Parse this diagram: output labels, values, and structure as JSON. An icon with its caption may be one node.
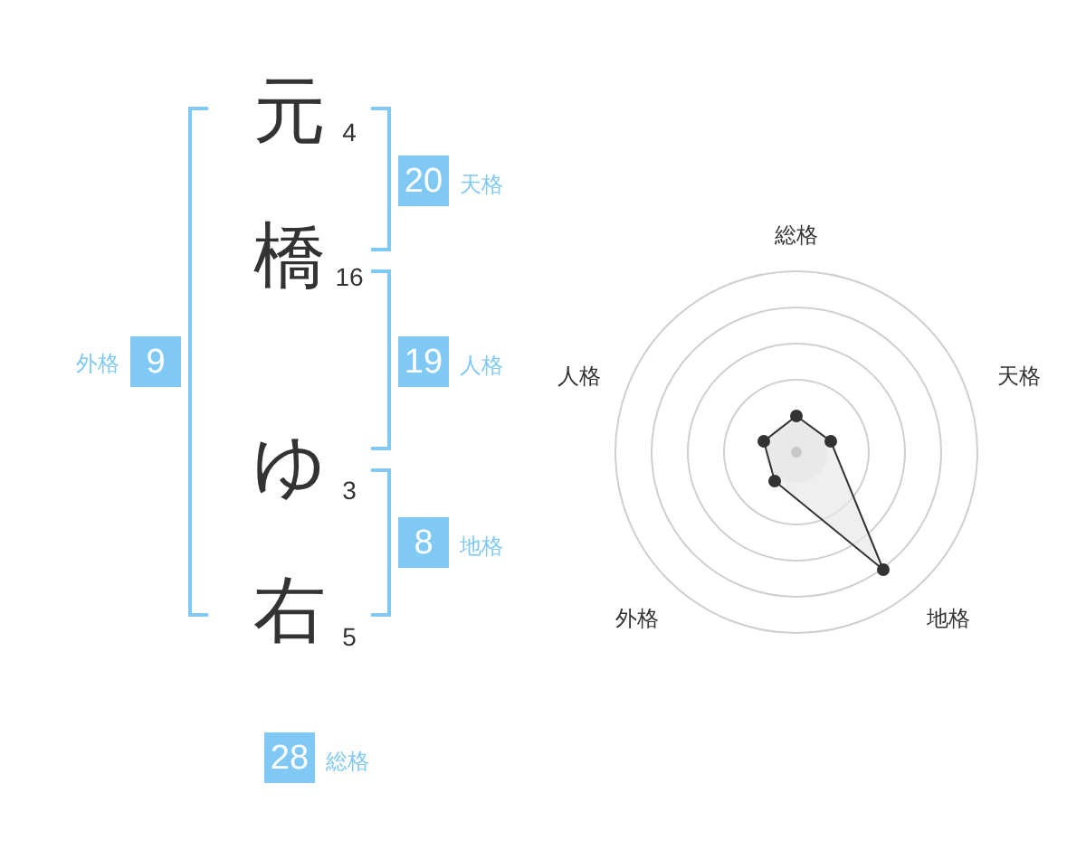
{
  "diagram": {
    "nodes": [
      {
        "text": [
          "20"
        ],
        "beside": [
          "天格"
        ]
      },
      {
        "text": [
          "19"
        ],
        "beside": [
          "人格"
        ]
      },
      {
        "text": [
          "8"
        ],
        "beside": [
          "地格"
        ]
      },
      {
        "text": [
          "9"
        ],
        "beside": [
          "外格"
        ]
      },
      {
        "text": [
          "28"
        ],
        "beside": [
          "総格"
        ]
      }
    ],
    "labels": [
      "元",
      "4",
      "橋",
      "16",
      "ゆ",
      "3",
      "右",
      "5",
      "総格",
      "人格",
      "天格",
      "外格",
      "地格"
    ]
  }
}
